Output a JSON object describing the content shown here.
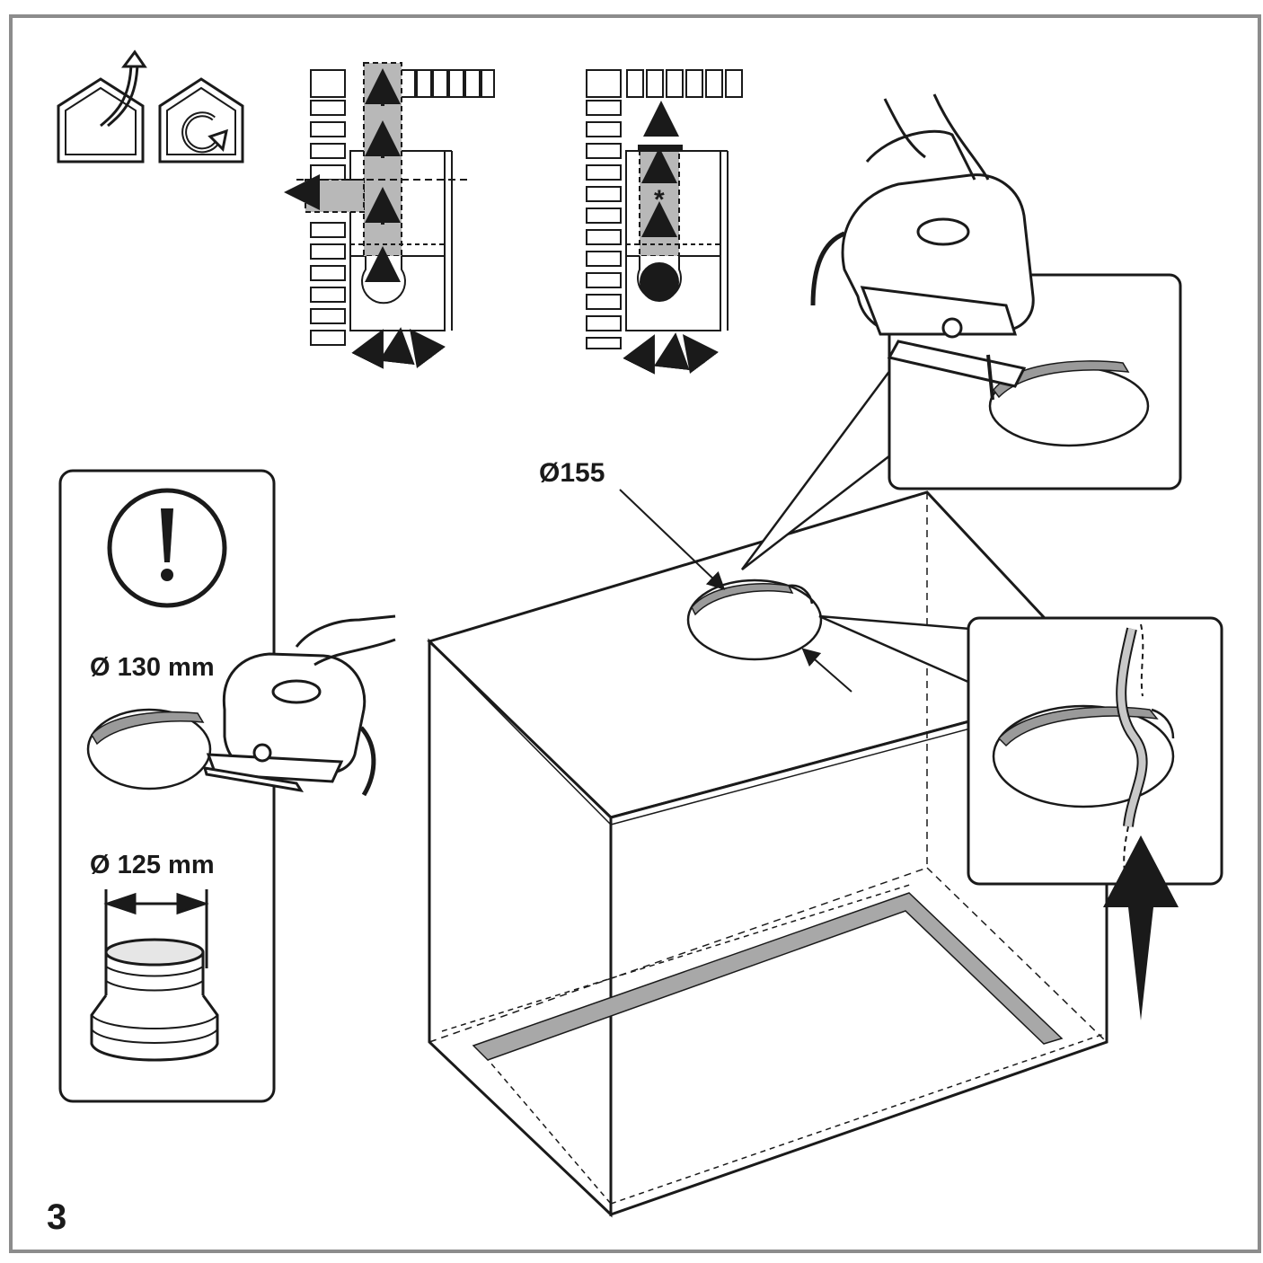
{
  "step_number": "3",
  "labels": {
    "hole_diameter": "Ø155",
    "cut_diameter": "Ø 130 mm",
    "adapter_diameter": "Ø 125 mm",
    "filter_mark": "*"
  },
  "icons": {
    "extraction_mode": "house-exhaust-icon",
    "recirculation_mode": "house-recirculation-icon",
    "warning": "exclamation-warning-icon"
  },
  "colors": {
    "line": "#1a1a1a",
    "duct_fill": "#b8b8b8",
    "hole_rim": "#9a9a9a",
    "frame": "#8c8c8c"
  }
}
